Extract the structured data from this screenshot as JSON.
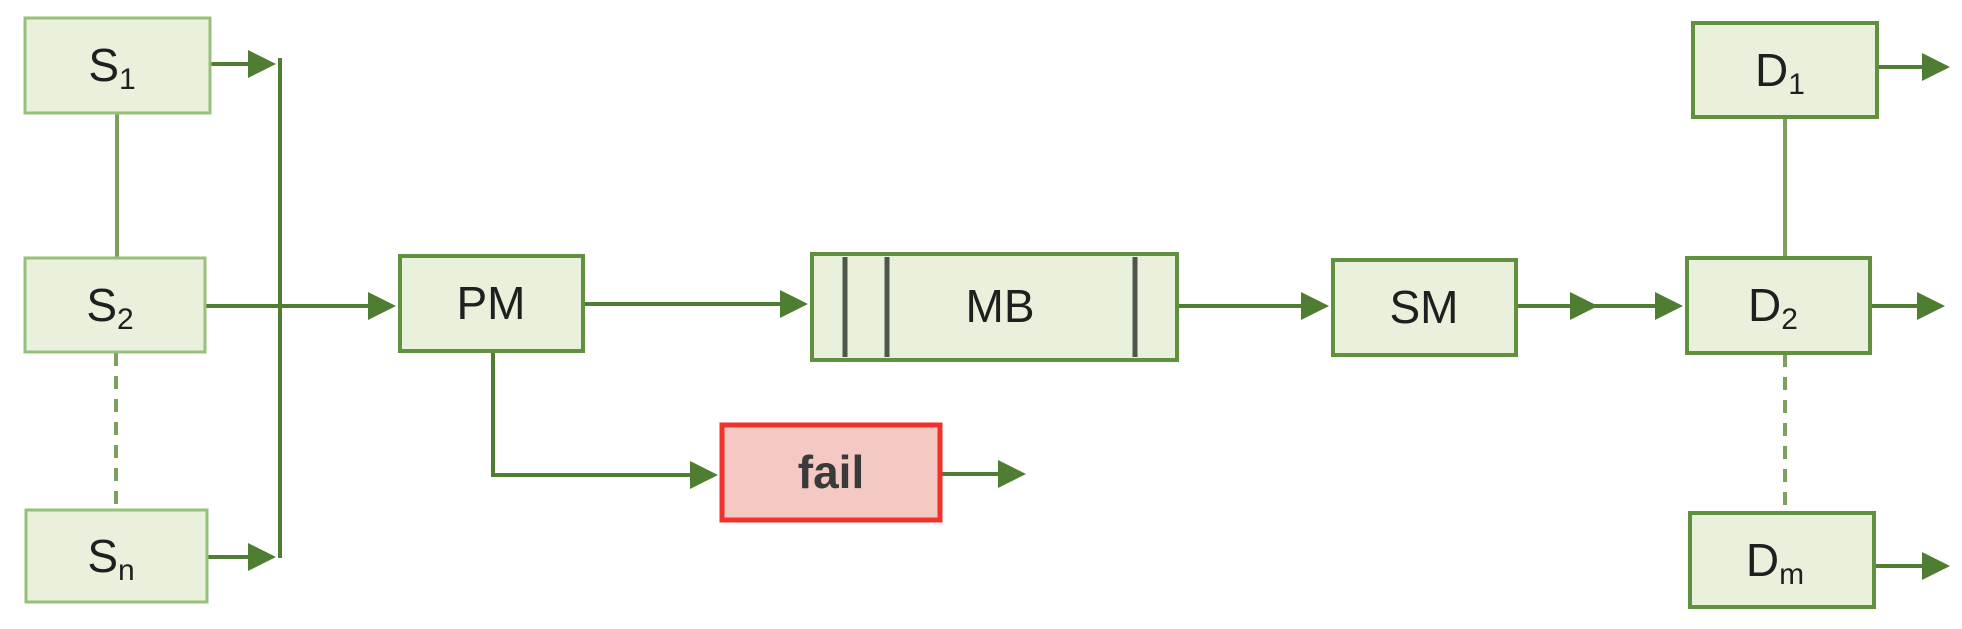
{
  "diagram": {
    "type": "queueing-network-block-diagram",
    "colors": {
      "background": "#ffffff",
      "box_fill": "#e9f1dd",
      "box_border_light": "#97c179",
      "box_border": "#61903f",
      "arrow": "#4f7d31",
      "connector": "#7da05f",
      "fail_border": "#f0322b",
      "fail_fill": "#f4c9c3",
      "buffer_bar": "#50564b",
      "label": "#1f1f1f",
      "fail_label": "#3a3a3a"
    },
    "nodes": {
      "s1": {
        "base": "S",
        "sub": "1"
      },
      "s2": {
        "base": "S",
        "sub": "2"
      },
      "sn": {
        "base": "S",
        "sub": "n"
      },
      "pm": {
        "label": "PM"
      },
      "mb": {
        "label": "MB"
      },
      "fail": {
        "label": "fail"
      },
      "sm": {
        "label": "SM"
      },
      "d1": {
        "base": "D",
        "sub": "1"
      },
      "d2": {
        "base": "D",
        "sub": "2"
      },
      "dm": {
        "base": "D",
        "sub": "m"
      }
    },
    "edges": [
      {
        "from": "S1",
        "to": "merge-bus",
        "style": "arrow"
      },
      {
        "from": "Sn",
        "to": "merge-bus",
        "style": "arrow"
      },
      {
        "from": "S2",
        "to": "PM",
        "style": "arrow"
      },
      {
        "from": "S1",
        "to": "S2",
        "style": "solid-line"
      },
      {
        "from": "S2",
        "to": "Sn",
        "style": "dashed-line"
      },
      {
        "from": "PM",
        "to": "MB",
        "style": "arrow"
      },
      {
        "from": "PM",
        "to": "fail",
        "style": "arrow"
      },
      {
        "from": "fail",
        "to": "out",
        "style": "arrow"
      },
      {
        "from": "MB",
        "to": "SM",
        "style": "arrow"
      },
      {
        "from": "SM",
        "to": "D2",
        "style": "double-arrow"
      },
      {
        "from": "D1",
        "to": "D2",
        "style": "solid-line"
      },
      {
        "from": "D2",
        "to": "Dm",
        "style": "dashed-line"
      },
      {
        "from": "D1",
        "to": "out",
        "style": "arrow"
      },
      {
        "from": "D2",
        "to": "out",
        "style": "arrow"
      },
      {
        "from": "Dm",
        "to": "out",
        "style": "arrow"
      }
    ]
  }
}
